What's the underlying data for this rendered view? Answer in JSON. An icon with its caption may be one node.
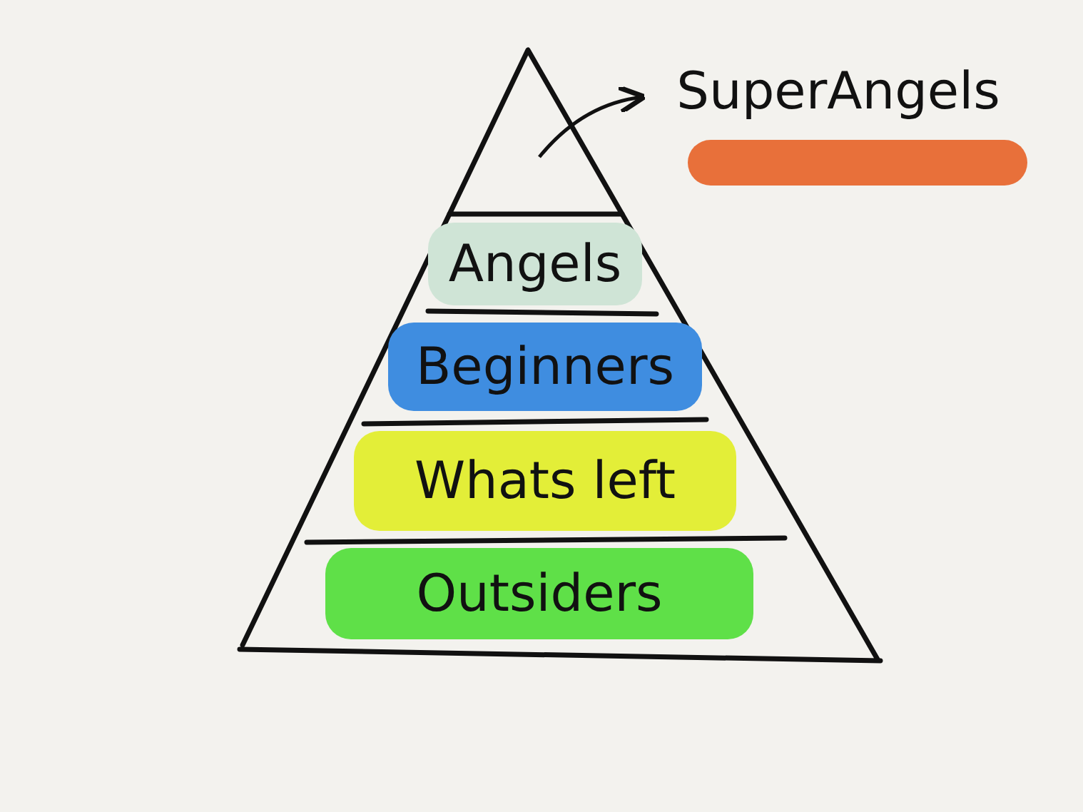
{
  "diagram": {
    "nodes": [
      {
        "text": [],
        "shape": "triangle"
      },
      {
        "text": [
          "SuperAngels"
        ]
      },
      {
        "text": [
          "Angels"
        ]
      },
      {
        "text": [
          "Beginners"
        ]
      },
      {
        "text": [
          "Whats left"
        ]
      },
      {
        "text": [
          "Outsiders"
        ]
      }
    ],
    "edges": [
      {
        "from": 0,
        "to": 1,
        "arrow": "to"
      }
    ]
  }
}
